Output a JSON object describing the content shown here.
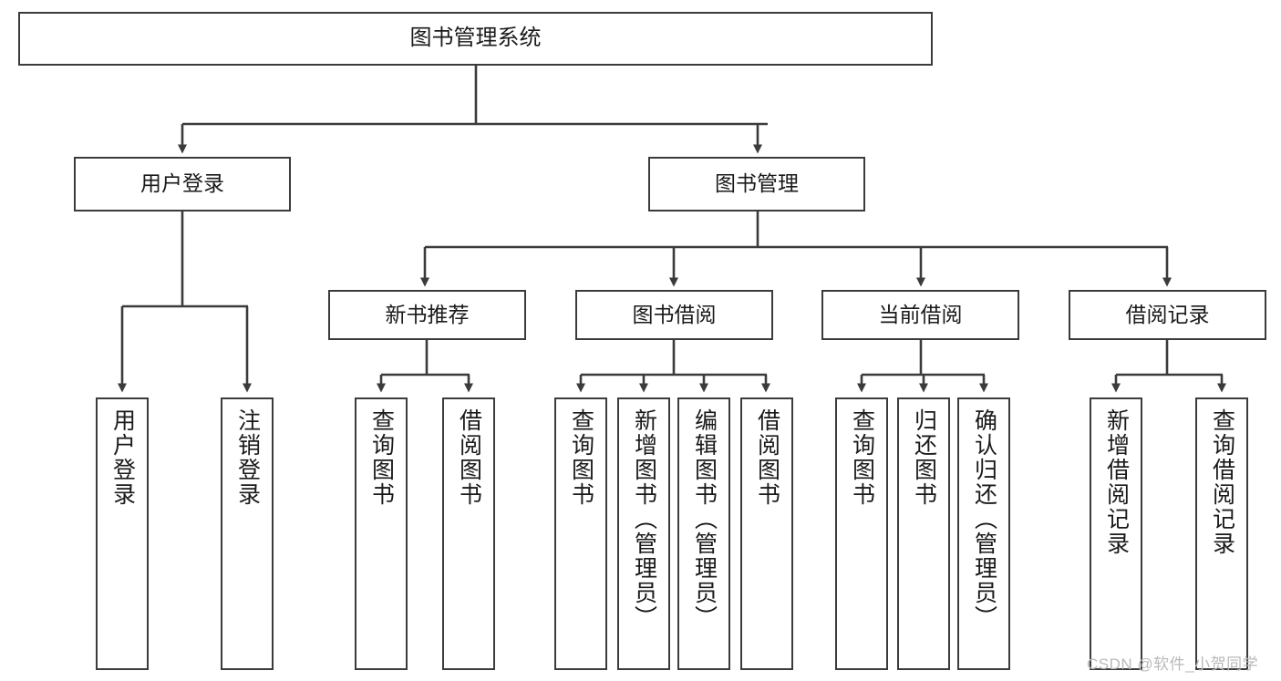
{
  "diagram": {
    "title": "图书管理系统",
    "type": "tree",
    "watermark": "CSDN @软件_小贺同学",
    "colors": {
      "stroke": "#3b3b3b",
      "fill": "#ffffff",
      "text": "#1a1a1a",
      "watermark": "#b9b9b9"
    },
    "nodes": {
      "root": {
        "label": "图书管理系统"
      },
      "level1": [
        {
          "id": "user-login",
          "label": "用户登录"
        },
        {
          "id": "book-management",
          "label": "图书管理"
        }
      ],
      "level2": [
        {
          "id": "new-book-recommend",
          "label": "新书推荐"
        },
        {
          "id": "book-borrow",
          "label": "图书借阅"
        },
        {
          "id": "current-borrow",
          "label": "当前借阅"
        },
        {
          "id": "borrow-record",
          "label": "借阅记录"
        }
      ],
      "leaves": {
        "user-login": [
          {
            "id": "leaf-user-login",
            "label": "用户登录"
          },
          {
            "id": "leaf-logout-login",
            "label": "注销登录"
          }
        ],
        "new-book-recommend": [
          {
            "id": "leaf-query-book-1",
            "label": "查询图书"
          },
          {
            "id": "leaf-borrow-book-1",
            "label": "借阅图书"
          }
        ],
        "book-borrow": [
          {
            "id": "leaf-query-book-2",
            "label": "查询图书"
          },
          {
            "id": "leaf-add-book",
            "label": "新增图书（管理员）"
          },
          {
            "id": "leaf-edit-book",
            "label": "编辑图书（管理员）"
          },
          {
            "id": "leaf-borrow-book-2",
            "label": "借阅图书"
          }
        ],
        "current-borrow": [
          {
            "id": "leaf-query-book-3",
            "label": "查询图书"
          },
          {
            "id": "leaf-return-book",
            "label": "归还图书"
          },
          {
            "id": "leaf-confirm-return",
            "label": "确认归还（管理员）"
          }
        ],
        "borrow-record": [
          {
            "id": "leaf-add-record",
            "label": "新增借阅记录"
          },
          {
            "id": "leaf-query-record",
            "label": "查询借阅记录"
          }
        ]
      }
    }
  }
}
